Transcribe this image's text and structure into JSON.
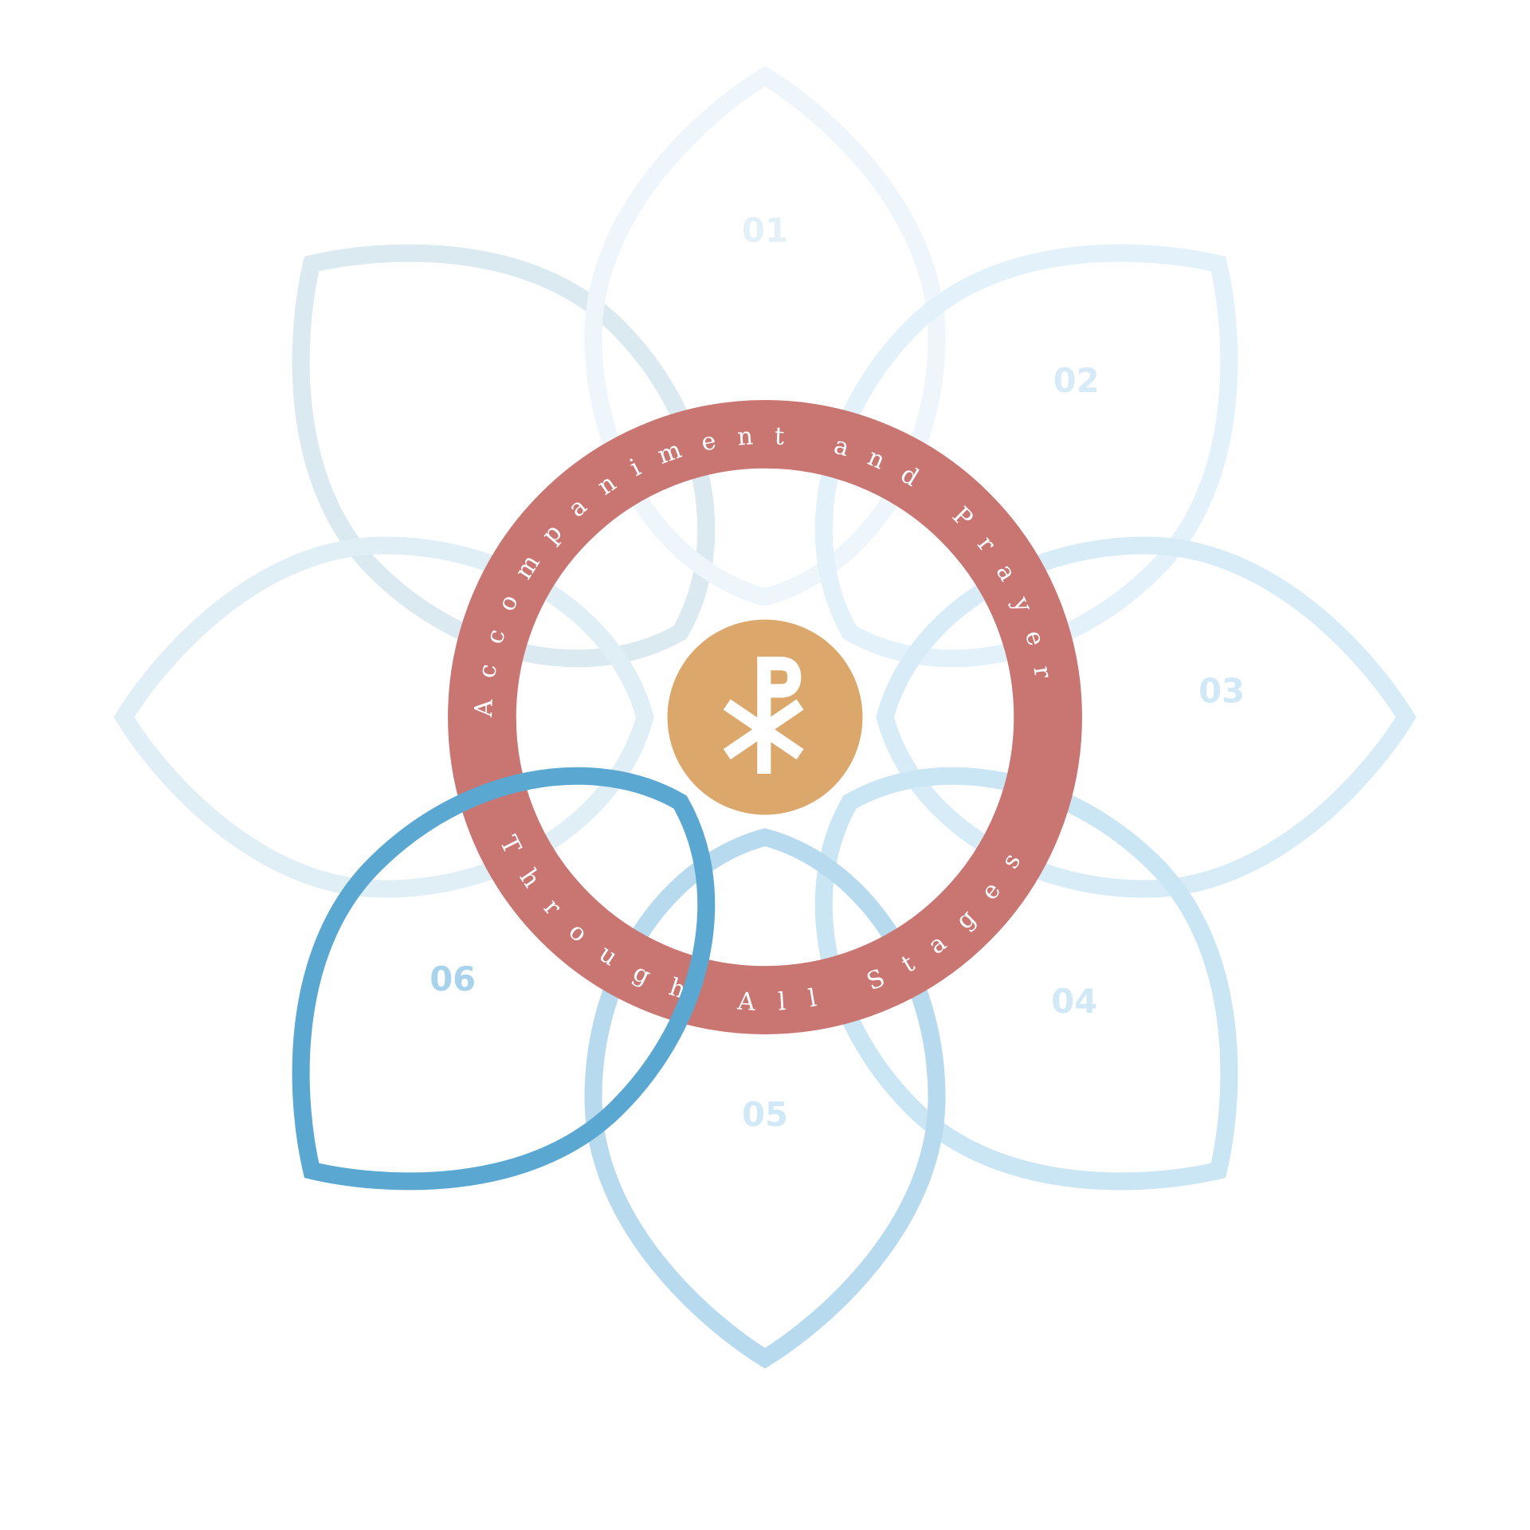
{
  "ring": {
    "top_text": "Accompaniment and Prayer",
    "bottom_text": "Through All Stages",
    "color": "#c97572"
  },
  "center": {
    "symbol": "chi-rho-icon",
    "color": "#dca76b"
  },
  "petals": [
    {
      "label": "",
      "color": "#dbe9f0"
    },
    {
      "label": "",
      "color": "#e0eef6"
    },
    {
      "label": "01",
      "color": "#eef6fb"
    },
    {
      "label": "02",
      "color": "#e3f1fa"
    },
    {
      "label": "03",
      "color": "#d7ecf7"
    },
    {
      "label": "04",
      "color": "#cae5f3"
    },
    {
      "label": "05",
      "color": "#bcdcef"
    },
    {
      "label": "06",
      "color": "#5aa8d2"
    }
  ],
  "labels": {
    "p01": "01",
    "p02": "02",
    "p03": "03",
    "p04": "04",
    "p05": "05",
    "p06": "06"
  }
}
